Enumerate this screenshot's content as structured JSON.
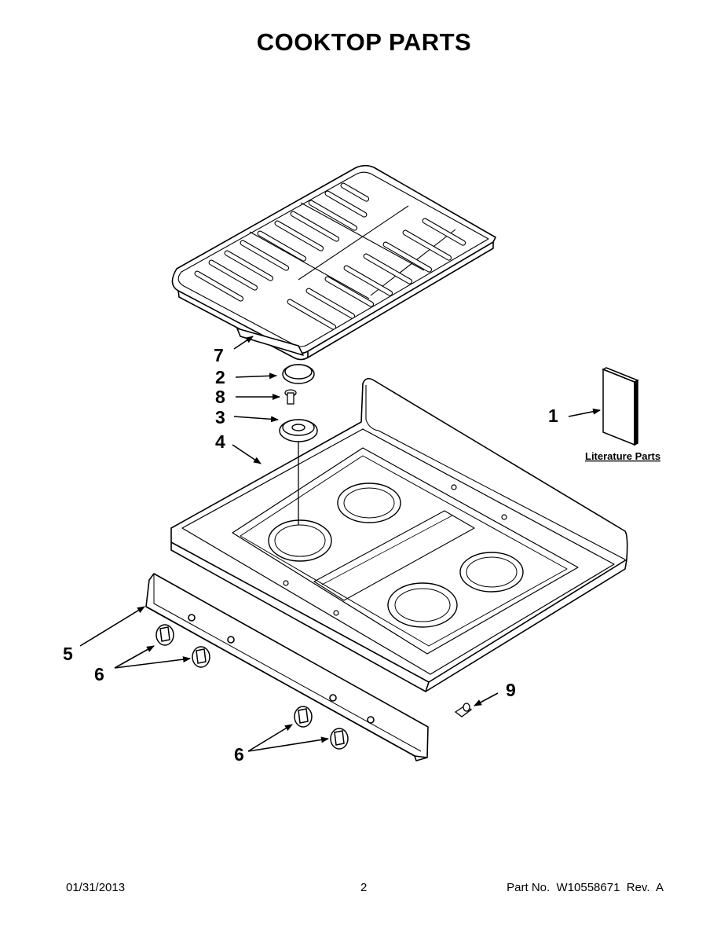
{
  "title": "COOKTOP PARTS",
  "callouts": {
    "c1": "1",
    "c2": "2",
    "c3": "3",
    "c4": "4",
    "c5": "5",
    "c6a": "6",
    "c6b": "6",
    "c7": "7",
    "c8": "8",
    "c9": "9"
  },
  "literature_label": "Literature Parts",
  "footer": {
    "date": "01/31/2013",
    "page": "2",
    "part_no": "Part No.  W10558671  Rev.  A"
  }
}
